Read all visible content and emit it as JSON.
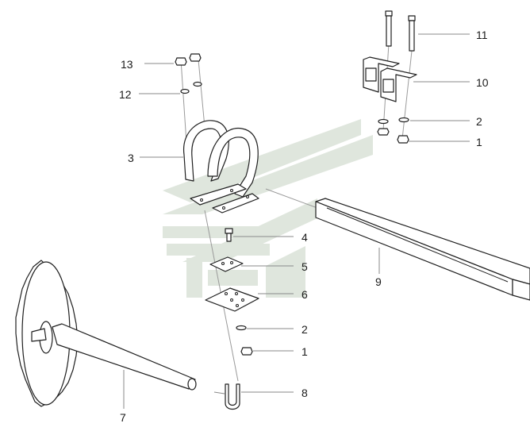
{
  "diagram": {
    "colors": {
      "line": "#1f1f1f",
      "leader": "#8a8a8a",
      "watermark": "#dfe6dd"
    },
    "callouts": [
      {
        "id": "c11",
        "text": "11"
      },
      {
        "id": "c10",
        "text": "10"
      },
      {
        "id": "c2a",
        "text": "2"
      },
      {
        "id": "c1a",
        "text": "1"
      },
      {
        "id": "c13",
        "text": "13"
      },
      {
        "id": "c12",
        "text": "12"
      },
      {
        "id": "c3",
        "text": "3"
      },
      {
        "id": "c4",
        "text": "4"
      },
      {
        "id": "c5",
        "text": "5"
      },
      {
        "id": "c6",
        "text": "6"
      },
      {
        "id": "c9",
        "text": "9"
      },
      {
        "id": "c2b",
        "text": "2"
      },
      {
        "id": "c1b",
        "text": "1"
      },
      {
        "id": "c8",
        "text": "8"
      },
      {
        "id": "c7",
        "text": "7"
      }
    ]
  }
}
